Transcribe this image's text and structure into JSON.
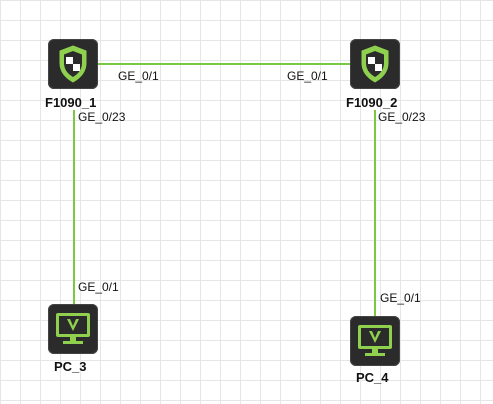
{
  "devices": [
    {
      "label": "F1090_1",
      "type": "firewall",
      "icon": "firewall-shield-icon"
    },
    {
      "label": "F1090_2",
      "type": "firewall",
      "icon": "firewall-shield-icon"
    },
    {
      "label": "PC_3",
      "type": "pc",
      "icon": "pc-monitor-icon"
    },
    {
      "label": "PC_4",
      "type": "pc",
      "icon": "pc-monitor-icon"
    }
  ],
  "links": [
    {
      "from": "F1090_1",
      "to": "F1090_2",
      "from_port": "GE_0/1",
      "to_port": "GE_0/1"
    },
    {
      "from": "F1090_1",
      "to": "PC_3",
      "from_port": "GE_0/23",
      "to_port": "GE_0/1"
    },
    {
      "from": "F1090_2",
      "to": "PC_4",
      "from_port": "GE_0/23",
      "to_port": "GE_0/1"
    }
  ],
  "colors": {
    "link": "#7ac943",
    "device_body": "#2b2b2b",
    "accent": "#8fd14f",
    "grid": "#e6e6e6"
  }
}
